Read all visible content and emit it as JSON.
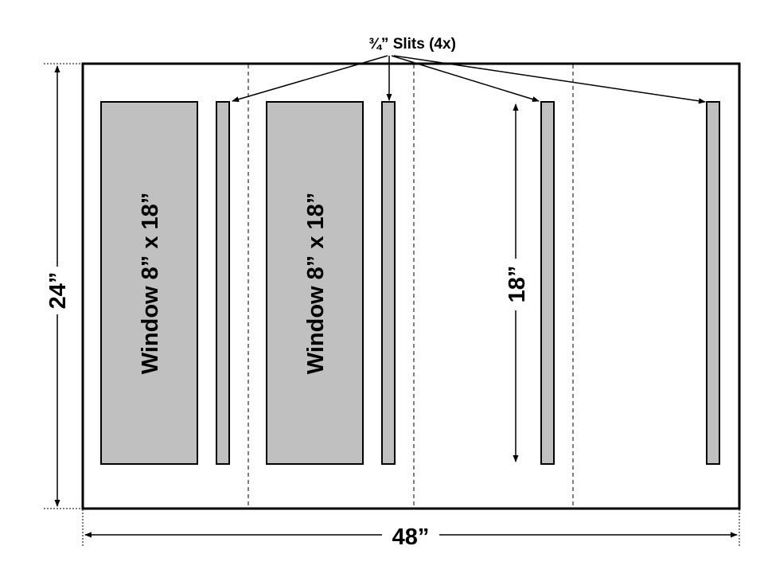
{
  "diagram": {
    "callout_label": "¾” Slits (4x)",
    "window_labels": [
      "Window 8” x 18”",
      "Window 8” x 18”"
    ],
    "dimensions": {
      "width_label": "48”",
      "height_label": "24”",
      "slit_height_label": "18”"
    },
    "colors": {
      "panel_fill": "#ffffff",
      "cutout_fill": "#c0c0c0",
      "stroke": "#000000"
    }
  }
}
